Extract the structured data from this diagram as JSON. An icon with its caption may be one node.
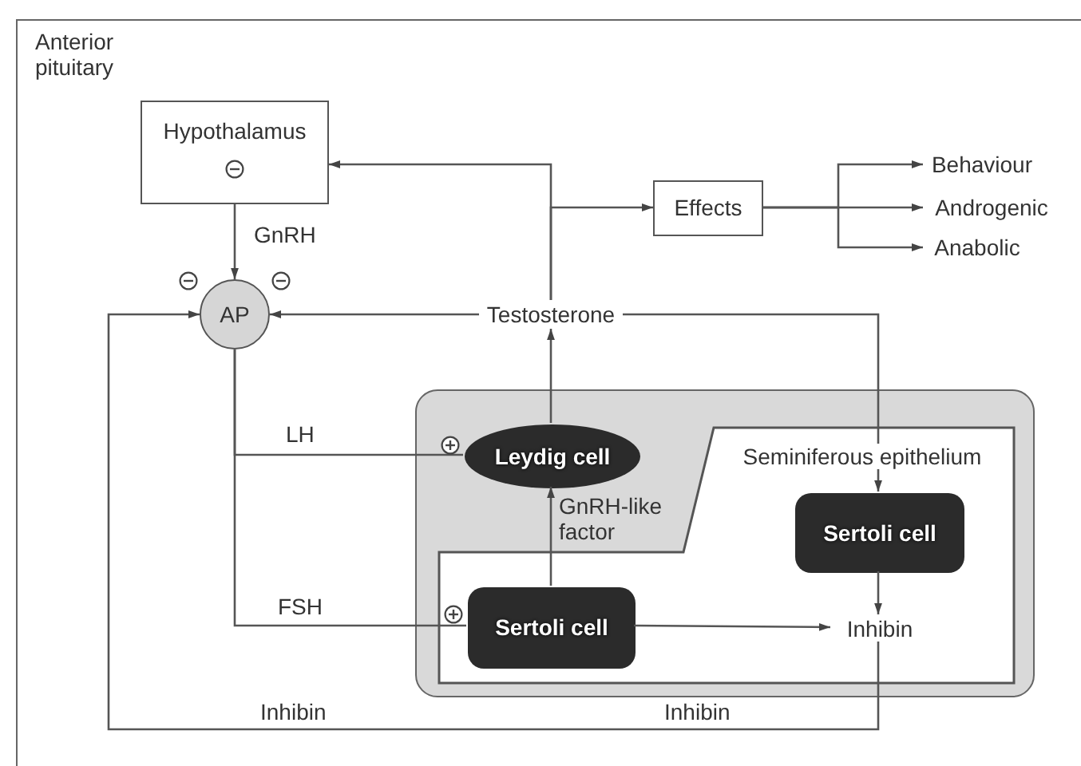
{
  "diagram": {
    "nodes": [
      {
        "text": [
          "Hypothalamus"
        ]
      },
      {
        "text": [
          "AP"
        ]
      },
      {
        "text": [
          "Effects"
        ]
      },
      {
        "text": [
          "Behaviour"
        ]
      },
      {
        "text": [
          "Androgenic"
        ]
      },
      {
        "text": [
          "Anabolic"
        ]
      },
      {
        "text": [
          "Testosterone"
        ]
      },
      {
        "text": [],
        "shape": "box"
      },
      {
        "text": [
          "Leydig cell"
        ],
        "in": 7
      },
      {
        "text": [
          "Seminiferous epithelium"
        ],
        "in": 7
      },
      {
        "text": [
          "Sertoli cell"
        ],
        "in": 9
      },
      {
        "text": [
          "Sertoli cell"
        ],
        "in": 9
      },
      {
        "text": [
          "Inhibin"
        ],
        "in": 9
      }
    ],
    "edges": [
      {
        "from": 0,
        "to": 1,
        "arrow": "to",
        "label": "GnRH"
      },
      {
        "from": 6,
        "to": 0,
        "arrow": "to"
      },
      {
        "from": 6,
        "to": 2,
        "arrow": "to"
      },
      {
        "from": 2,
        "to": 3,
        "arrow": "to"
      },
      {
        "from": 2,
        "to": 4,
        "arrow": "to"
      },
      {
        "from": 2,
        "to": 5,
        "arrow": "to"
      },
      {
        "from": 8,
        "to": 6,
        "arrow": "to"
      },
      {
        "from": 6,
        "to": 1,
        "arrow": "to"
      },
      {
        "from": 6,
        "to": 11,
        "arrow": "to"
      },
      {
        "from": 1,
        "to": 8,
        "arrow": "none",
        "label": "LH"
      },
      {
        "from": 1,
        "to": 10,
        "arrow": "none",
        "label": "FSH"
      },
      {
        "from": 10,
        "to": 8,
        "arrow": "to",
        "label": "GnRH-like factor"
      },
      {
        "from": 10,
        "to": 12,
        "arrow": "to"
      },
      {
        "from": 11,
        "to": 12,
        "arrow": "to"
      },
      {
        "from": 12,
        "to": 1,
        "arrow": "to",
        "label": "Inhibin"
      }
    ],
    "labels": [
      "Anterior pituitary",
      "Inhibin"
    ]
  }
}
